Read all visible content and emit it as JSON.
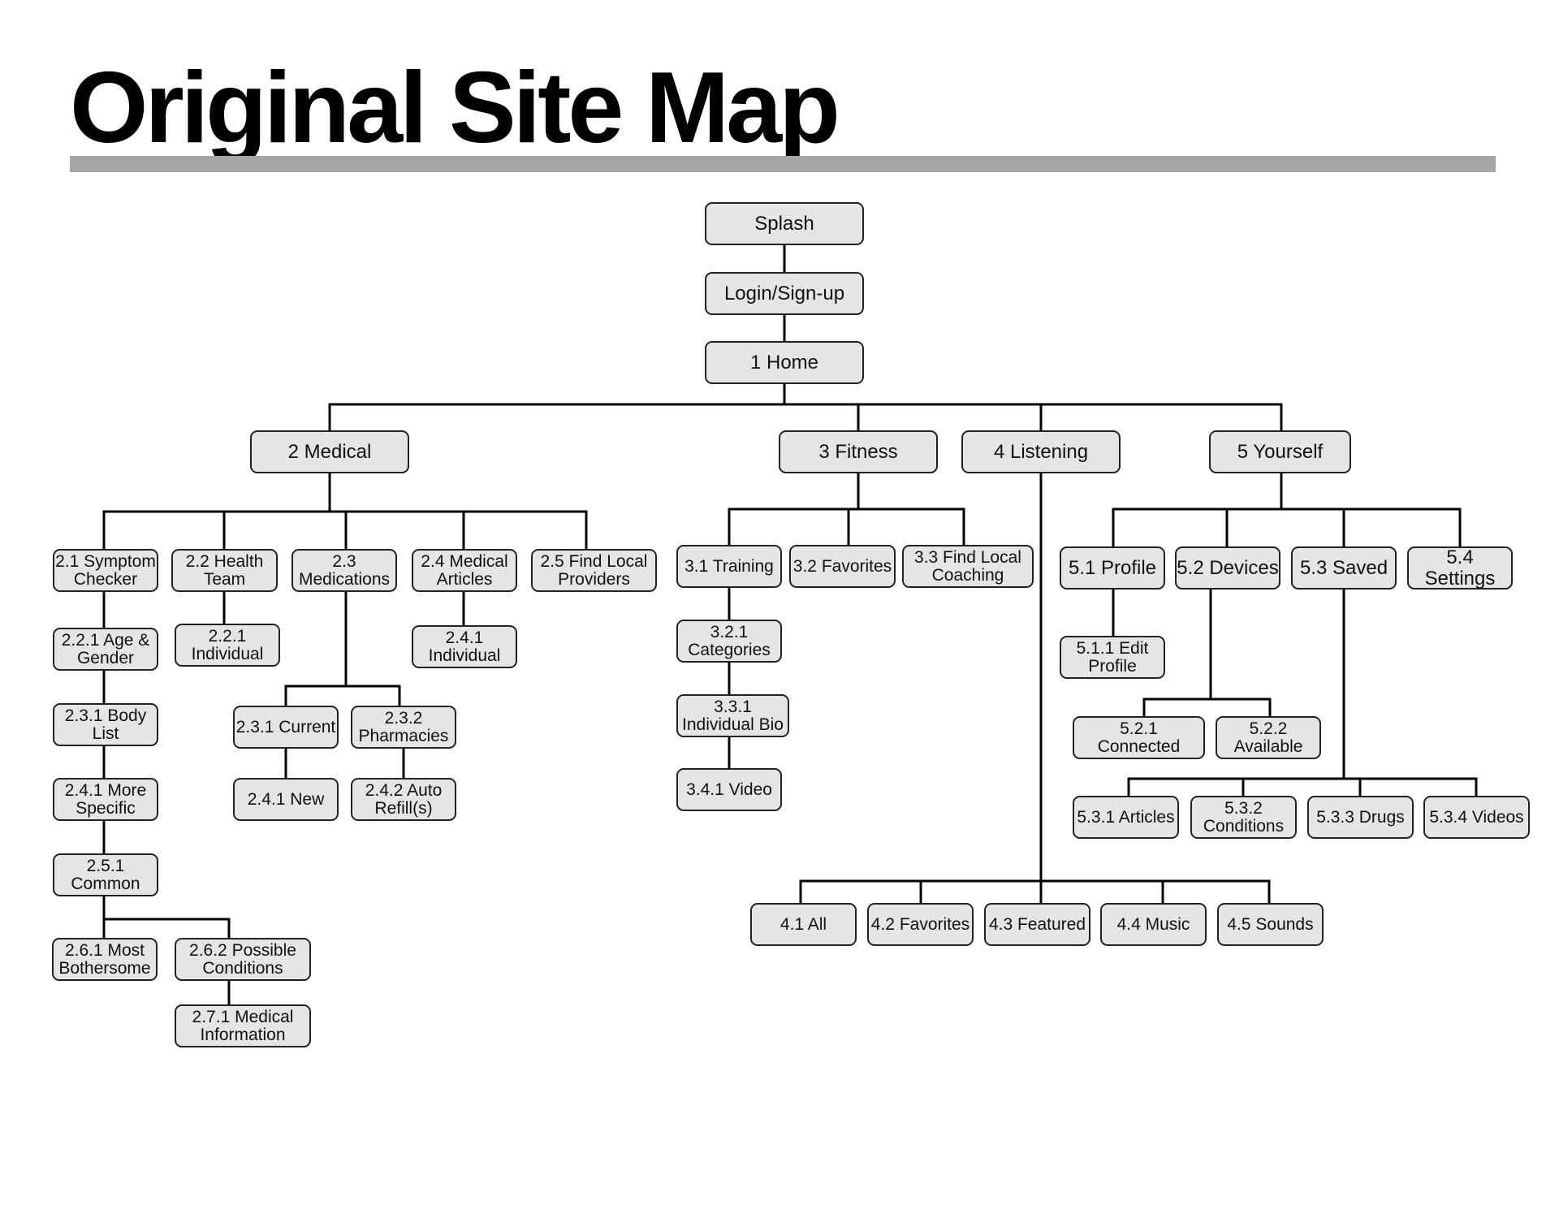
{
  "title": "Original Site Map",
  "colors": {
    "node_fill": "#e5e5e6",
    "node_border": "#222222",
    "rule": "#a6a6a6",
    "connector": "#000000"
  },
  "nodes": {
    "splash": "Splash",
    "login": "Login/Sign-up",
    "home": "1 Home",
    "medical": "2 Medical",
    "fitness": "3 Fitness",
    "listening": "4 Listening",
    "yourself": "5 Yourself",
    "n2_1": "2.1 Symptom\nChecker",
    "n2_2": "2.2 Health\nTeam",
    "n2_3": "2.3\nMedications",
    "n2_4": "2.4 Medical\nArticles",
    "n2_5": "2.5 Find Local\nProviders",
    "n2_2_1a": "2.2.1 Age &\nGender",
    "n2_3_1a": "2.3.1 Body\nList",
    "n2_4_1a": "2.4.1 More\nSpecific",
    "n2_5_1": "2.5.1\nCommon",
    "n2_6_1": "2.6.1 Most\nBothersome",
    "n2_6_2": "2.6.2 Possible\nConditions",
    "n2_7_1": "2.7.1 Medical\nInformation",
    "n2_2_1b": "2.2.1\nIndividual",
    "n2_4_1b": "2.4.1\nIndividual",
    "n2_3_1b": "2.3.1 Current",
    "n2_3_2": "2.3.2\nPharmacies",
    "n2_4_1c": "2.4.1 New",
    "n2_4_2": "2.4.2 Auto\nRefill(s)",
    "n3_1": "3.1 Training",
    "n3_2": "3.2 Favorites",
    "n3_3": "3.3 Find Local\nCoaching",
    "n3_2_1": "3.2.1\nCategories",
    "n3_3_1": "3.3.1\nIndividual Bio",
    "n3_4_1": "3.4.1 Video",
    "n4_1": "4.1 All",
    "n4_2": "4.2 Favorites",
    "n4_3": "4.3 Featured",
    "n4_4": "4.4 Music",
    "n4_5": "4.5 Sounds",
    "n5_1": "5.1 Profile",
    "n5_2": "5.2 Devices",
    "n5_3": "5.3 Saved",
    "n5_4": "5.4\nSettings",
    "n5_1_1": "5.1.1 Edit\nProfile",
    "n5_2_1": "5.2.1\nConnected",
    "n5_2_2": "5.2.2\nAvailable",
    "n5_3_1": "5.3.1 Articles",
    "n5_3_2": "5.3.2\nConditions",
    "n5_3_3": "5.3.3 Drugs",
    "n5_3_4": "5.3.4 Videos"
  }
}
